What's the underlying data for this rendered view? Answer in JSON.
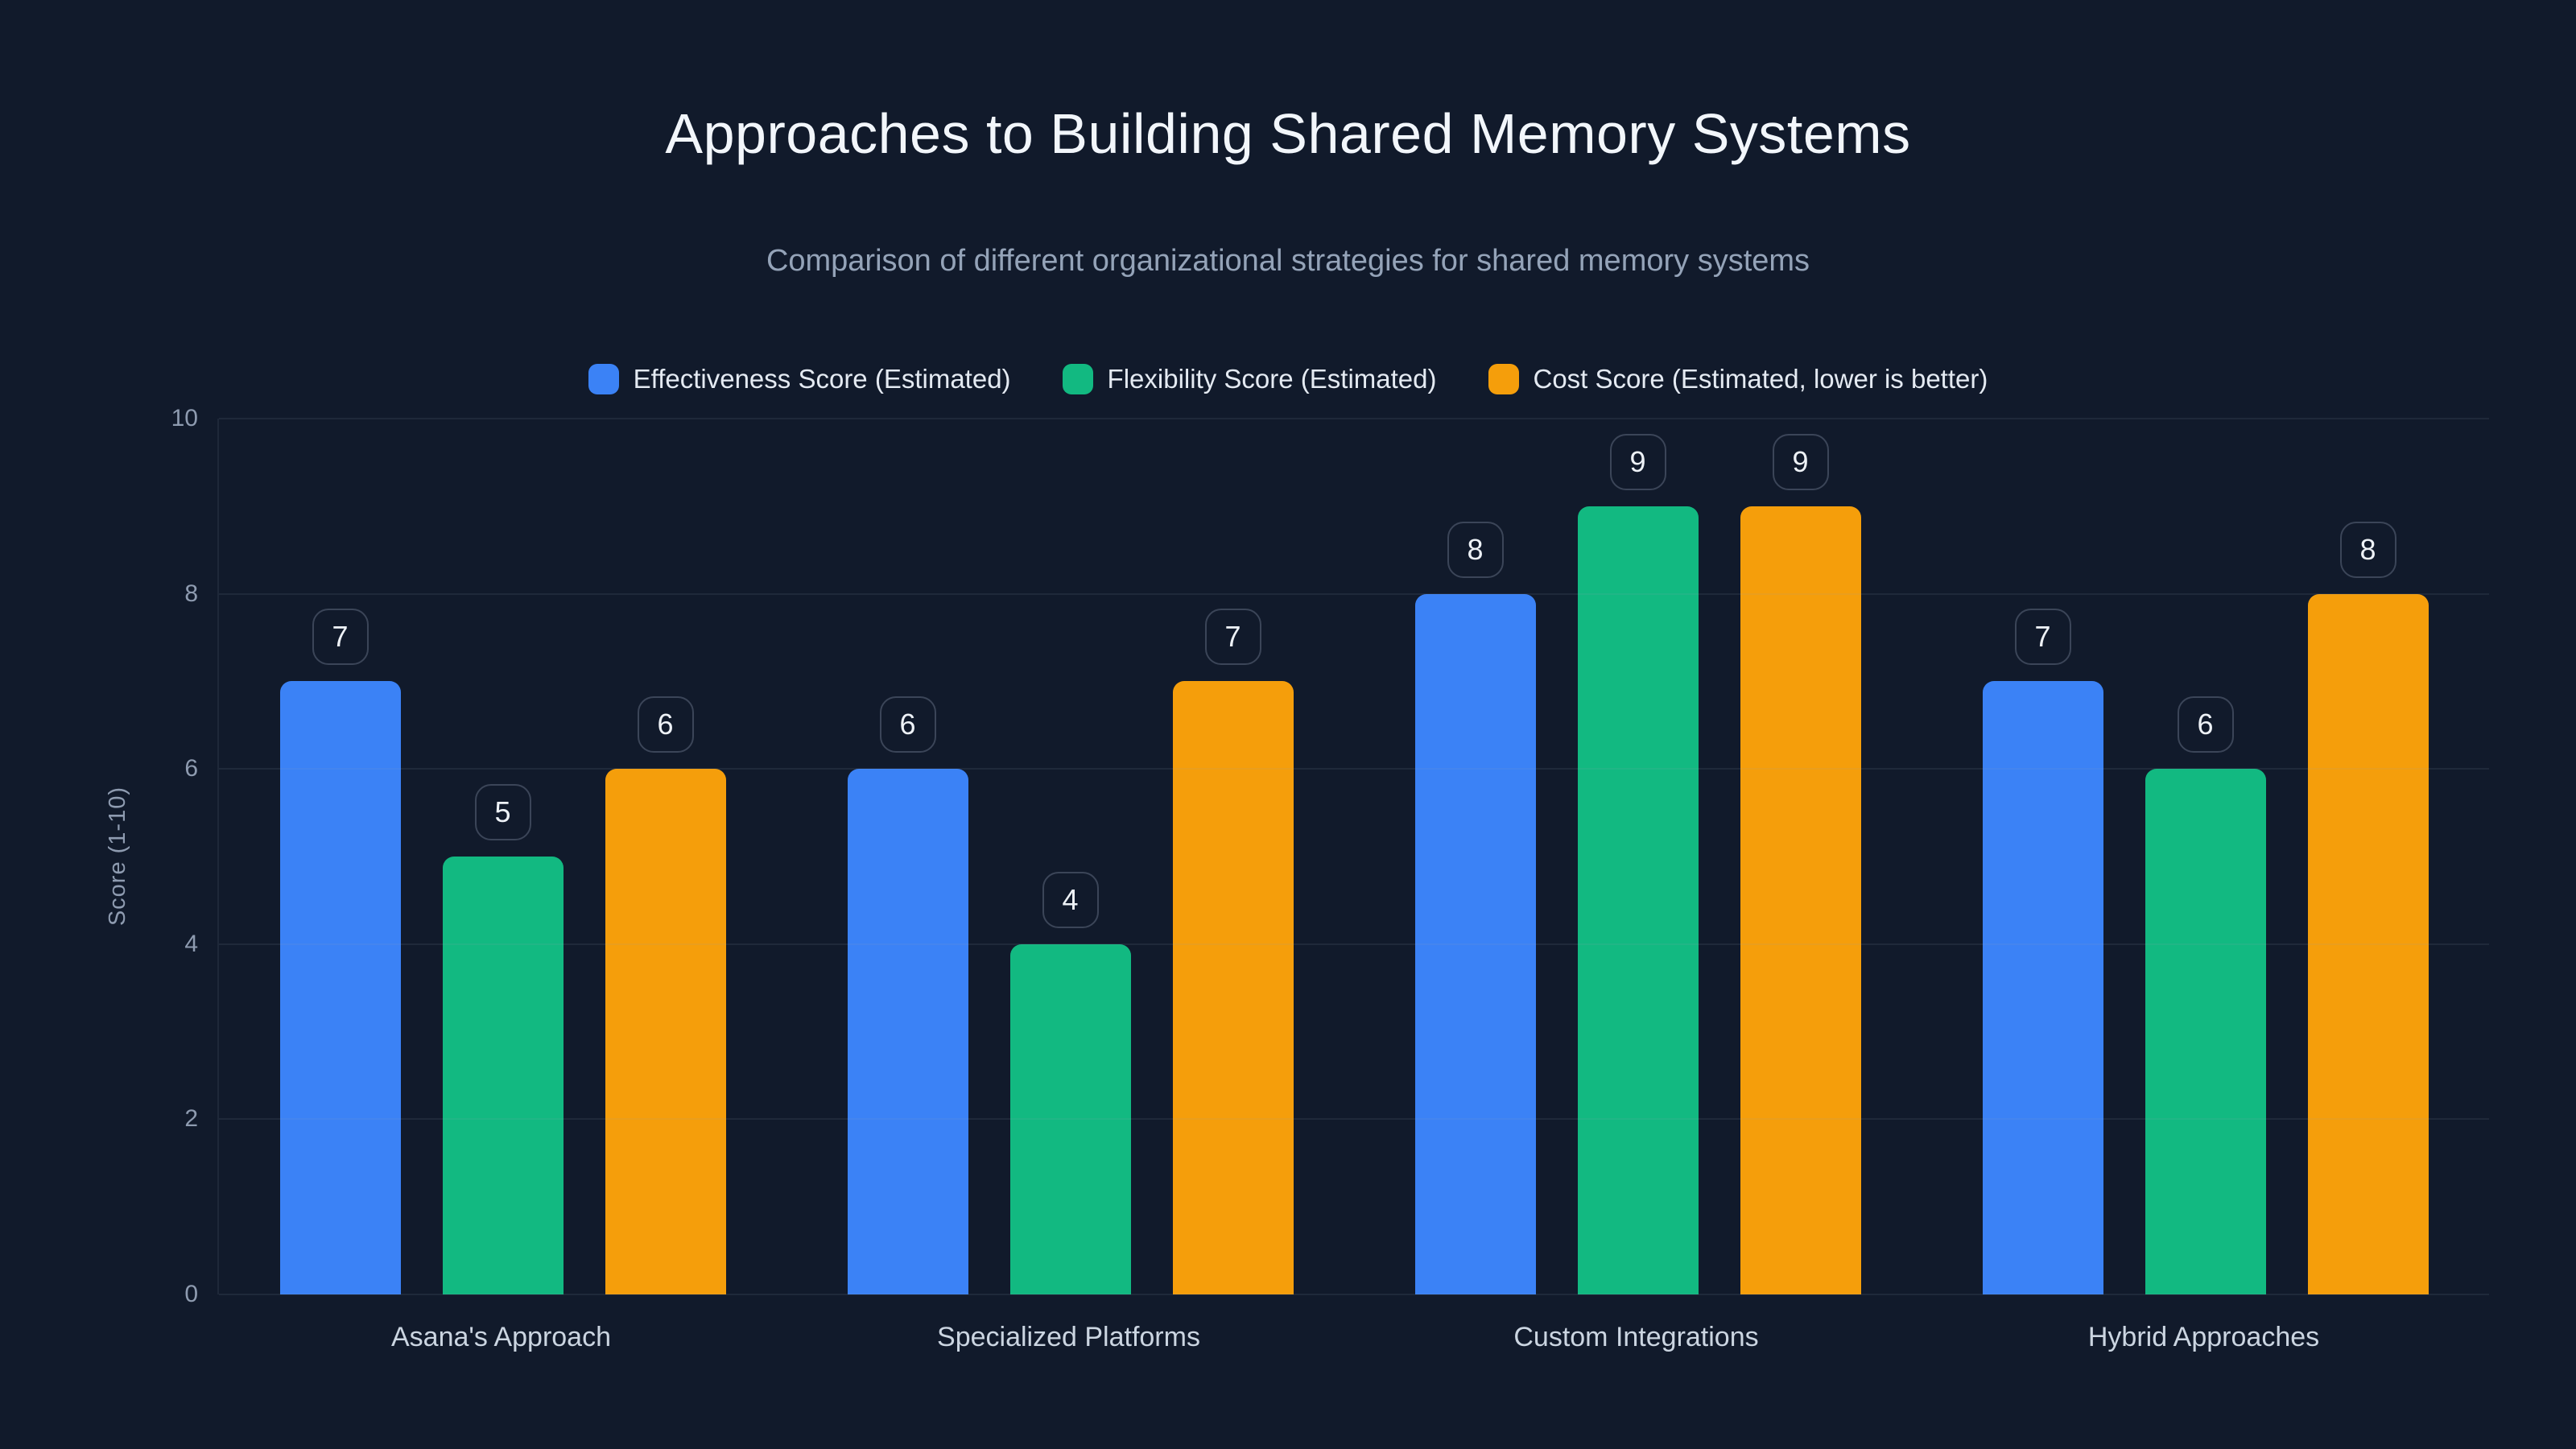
{
  "page": {
    "background": "#111a2b"
  },
  "chart_data": {
    "type": "bar",
    "title": "Approaches to Building Shared Memory Systems",
    "subtitle": "Comparison of different organizational strategies for shared memory systems",
    "categories": [
      "Asana's Approach",
      "Specialized Platforms",
      "Custom Integrations",
      "Hybrid Approaches"
    ],
    "series": [
      {
        "name": "Effectiveness Score (Estimated)",
        "color": "#3b82f6",
        "values": [
          7,
          6,
          8,
          7
        ]
      },
      {
        "name": "Flexibility Score (Estimated)",
        "color": "#12b981",
        "values": [
          5,
          4,
          9,
          6
        ]
      },
      {
        "name": "Cost Score (Estimated, lower is better)",
        "color": "#f59e0b",
        "values": [
          6,
          7,
          9,
          8
        ]
      }
    ],
    "y_axis": {
      "title": "Score (1-10)",
      "ticks": [
        0,
        2,
        4,
        6,
        8,
        10
      ],
      "min": 0,
      "max": 10
    },
    "grid": true,
    "legend_position": "top",
    "value_labels": "badge above each bar",
    "bar_value_badges": [
      {
        "category": "Asana's Approach",
        "values": [
          7,
          5,
          6
        ]
      },
      {
        "category": "Specialized Platforms",
        "values": [
          6,
          4,
          7
        ]
      },
      {
        "category": "Custom Integrations",
        "values": [
          8,
          9,
          9
        ]
      },
      {
        "category": "Hybrid Approaches",
        "values": [
          7,
          6,
          8
        ]
      }
    ]
  }
}
